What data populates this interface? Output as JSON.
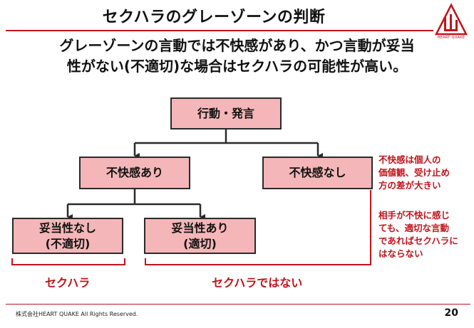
{
  "title": "セクハラのグレーゾーンの判断",
  "lead": {
    "line1": "グレーゾーンの言動では不快感があり、かつ言動が妥当",
    "line2": "性がない(不適切)な場合はセクハラの可能性が高い。"
  },
  "logo": {
    "text": "HEART QUAKE",
    "color": "#c0141b"
  },
  "flow": {
    "root": "行動・発言",
    "discomfort_yes": "不快感あり",
    "discomfort_no": "不快感なし",
    "appropriateness_no": {
      "line1": "妥当性なし",
      "line2": "(不適切)"
    },
    "appropriateness_yes": {
      "line1": "妥当性あり",
      "line2": "(適切)"
    },
    "box_fill": "#f4b6b8"
  },
  "notes": {
    "note1": {
      "line1": "不快感は個人の",
      "line2": "価値観、受け止め",
      "line3": "方の差が大きい"
    },
    "note2": {
      "line1": "相手が不快に感じ",
      "line2": "ても、適切な言動",
      "line3": "であればセクハラに",
      "line4": "はならない"
    }
  },
  "results": {
    "harassment": "セクハラ",
    "not_harassment": "セクハラではない"
  },
  "footer": {
    "copyright": "株式会社HEART QUAKE All Rights Reserved.",
    "page": "20"
  },
  "colors": {
    "accent": "#c0141b",
    "line": "#2a2a2a"
  }
}
